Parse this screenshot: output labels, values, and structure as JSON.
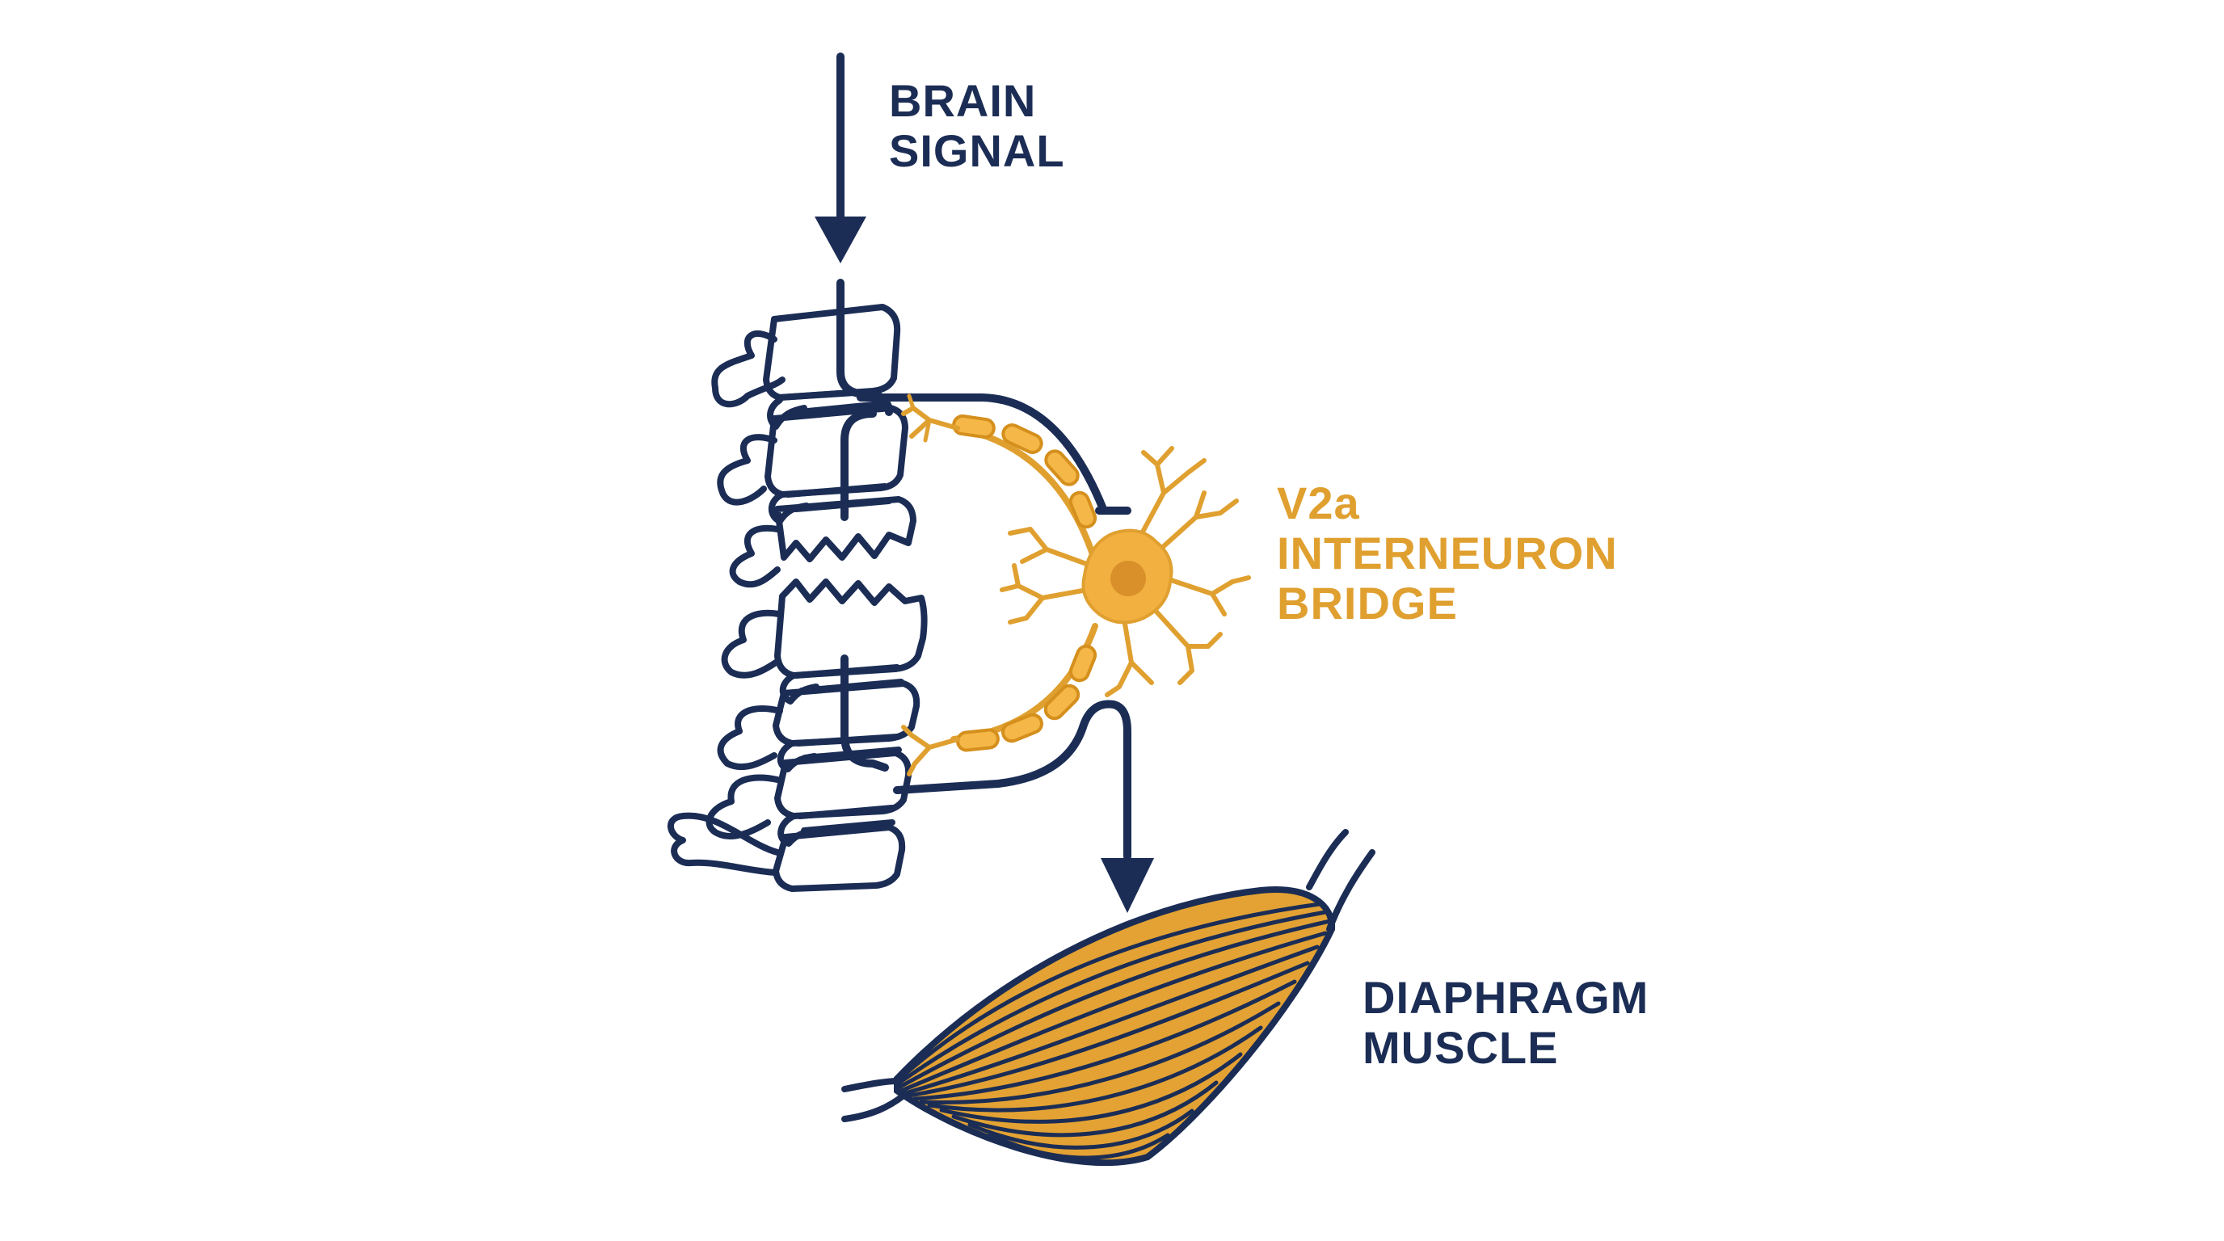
{
  "labels": {
    "brain_signal": [
      "BRAIN",
      "SIGNAL"
    ],
    "interneuron": [
      "V2a",
      "INTERNEURON",
      "BRIDGE"
    ],
    "muscle": [
      "DIAPHRAGM",
      "MUSCLE"
    ]
  },
  "colors": {
    "navy": "#1b2d55",
    "gold": "#e0a030",
    "gold_light": "#f2b040",
    "muscle_fill": "#e3a233",
    "background": "#ffffff"
  },
  "icons": {
    "spine": "vertebral-column-icon",
    "neuron": "interneuron-cell-icon",
    "muscle": "diaphragm-muscle-icon"
  }
}
